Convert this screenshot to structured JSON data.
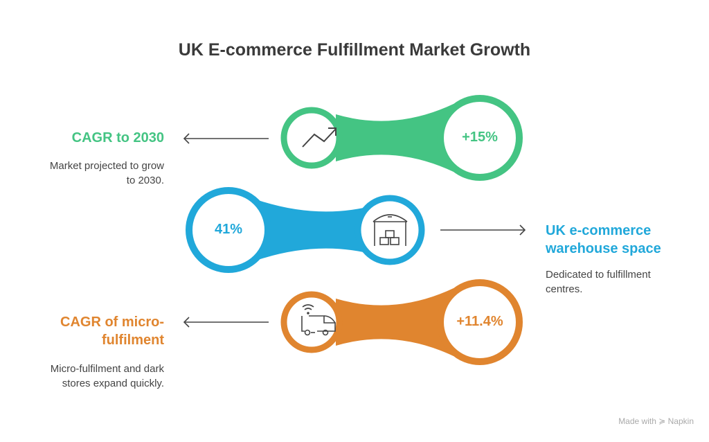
{
  "title": "UK E-commerce Fulfillment Market Growth",
  "colors": {
    "green": "#44C483",
    "blue": "#21A8DA",
    "orange": "#E0852F",
    "text": "#333333"
  },
  "items": [
    {
      "heading": "CAGR to 2030",
      "description": "Market projected to grow to 2030.",
      "value": "+15%",
      "icon": "trending-up-icon",
      "color": "#44C483"
    },
    {
      "heading": "UK e-commerce warehouse space",
      "description": "Dedicated to fulfillment centres.",
      "value": "41%",
      "icon": "warehouse-icon",
      "color": "#21A8DA"
    },
    {
      "heading": "CAGR of micro-fulfilment",
      "description": "Micro-fulfilment and dark stores expand quickly.",
      "value": "+11.4%",
      "icon": "connected-truck-icon",
      "color": "#E0852F"
    }
  ],
  "footer": {
    "made_with": "Made with",
    "brand": "Napkin"
  }
}
